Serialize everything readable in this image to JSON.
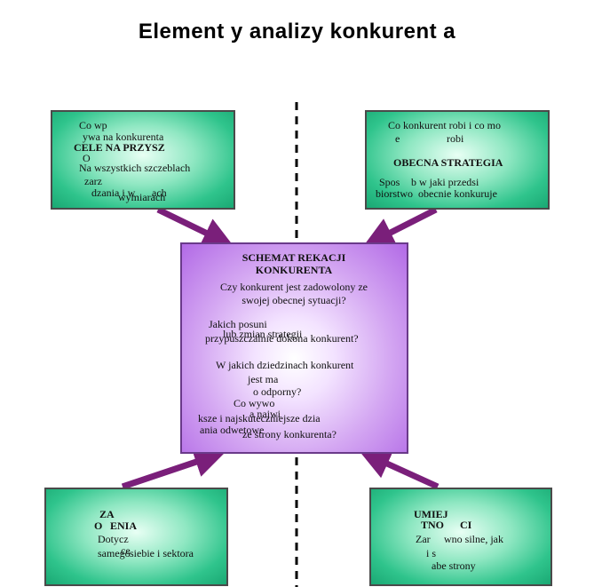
{
  "title": "Element y  analizy  konkurent a",
  "top_left": {
    "line1": "Co wp",
    "line2": "ywa na konkurenta",
    "heading1": "CELE NA PRZYSZ",
    "heading2": "O",
    "line3": "Na wszystkich szczeblach",
    "line4": "zarz",
    "line5": "dzania i w",
    "line6": "ach",
    "line7": "wymiarach"
  },
  "top_right": {
    "line1": "Co konkurent robi i co mo",
    "line2": "e",
    "line3": "robi",
    "heading": "OBECNA STRATEGIA",
    "line4": "Spos",
    "line5": "b w jaki przedsi",
    "line6": "biorstwo",
    "line7": "obecnie konkuruje"
  },
  "center": {
    "heading1": "SCHEMAT REKACJI",
    "heading2": "KONKURENTA",
    "q1a": "Czy konkurent jest zadowolony ze",
    "q1b": "swojej obecnej sytuacji?",
    "q2a": "Jakich posuni",
    "q2b": "lub zmian strategii",
    "q2c": "przypuszczalnie dokona konkurent?",
    "q3a": "W jakich dziedzinach konkurent",
    "q3b": "jest ma",
    "q3c": "o odporny?",
    "q4a": "Co wywo",
    "q4b": "a najwi",
    "q4c": "ksze i najskuteczniejsze dzia",
    "q4d": "ania odwetowe",
    "q4e": "ze strony konkurenta?"
  },
  "bottom_left": {
    "heading1": "ZA",
    "heading2": "O",
    "heading3": "ENIA",
    "line1": "Dotycz",
    "line2": "ce",
    "line3": "samego",
    "line4": "siebie i sektora"
  },
  "bottom_right": {
    "heading1": "UMIEJ",
    "heading2": "TNO",
    "heading3": "CI",
    "line1": "Zar",
    "line2": "wno silne, jak",
    "line3": "i s",
    "line4": "abe strony"
  },
  "colors": {
    "arrow": "#7a1f7a",
    "divider": "#000000",
    "green_box": "#2fc48c",
    "purple_box": "#b26ae6"
  }
}
